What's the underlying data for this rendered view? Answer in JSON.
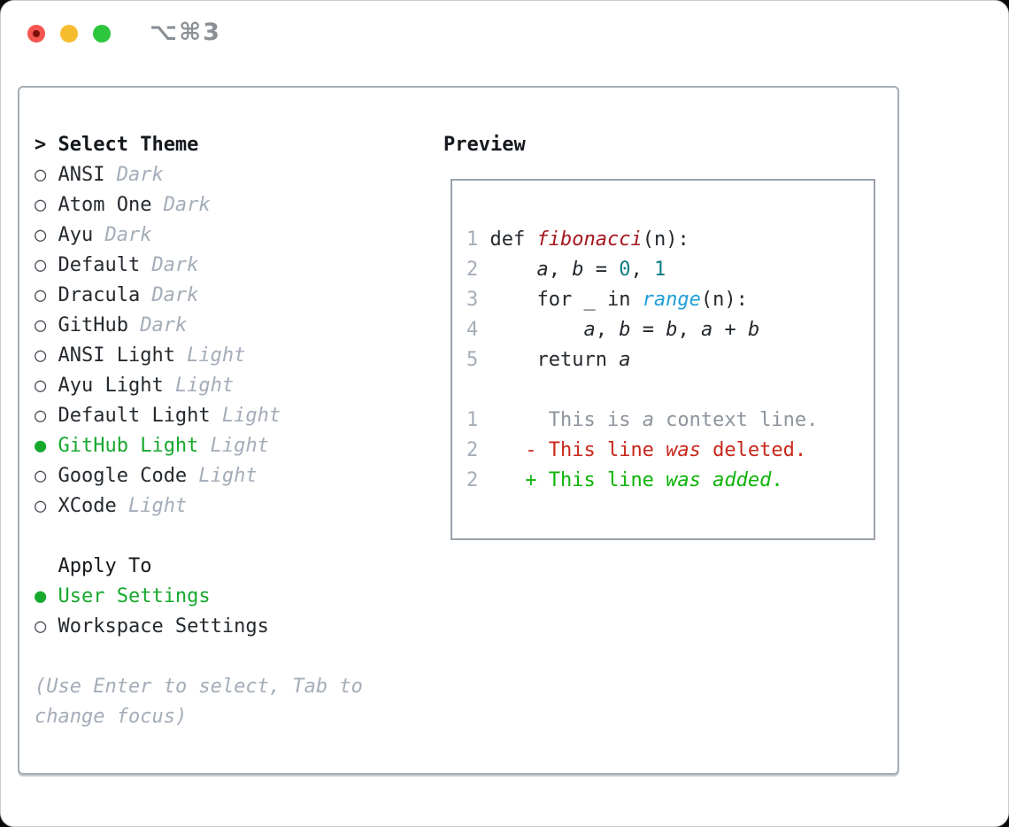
{
  "window": {
    "title_shortcut": "⌥⌘3"
  },
  "icons": {
    "radio_selected": "●",
    "radio_unselected": "○",
    "prompt": ">"
  },
  "left": {
    "prompt": ">",
    "title": "Select Theme",
    "themes": [
      {
        "name": "ANSI",
        "tag": "Dark",
        "selected": false
      },
      {
        "name": "Atom One",
        "tag": "Dark",
        "selected": false
      },
      {
        "name": "Ayu",
        "tag": "Dark",
        "selected": false
      },
      {
        "name": "Default",
        "tag": "Dark",
        "selected": false
      },
      {
        "name": "Dracula",
        "tag": "Dark",
        "selected": false
      },
      {
        "name": "GitHub",
        "tag": "Dark",
        "selected": false
      },
      {
        "name": "ANSI Light",
        "tag": "Light",
        "selected": false
      },
      {
        "name": "Ayu Light",
        "tag": "Light",
        "selected": false
      },
      {
        "name": "Default Light",
        "tag": "Light",
        "selected": false
      },
      {
        "name": "GitHub Light",
        "tag": "Light",
        "selected": true
      },
      {
        "name": "Google Code",
        "tag": "Light",
        "selected": false
      },
      {
        "name": "XCode",
        "tag": "Light",
        "selected": false
      }
    ],
    "apply_to_title": "Apply To",
    "apply_options": [
      {
        "name": "User Settings",
        "selected": true
      },
      {
        "name": "Workspace Settings",
        "selected": false
      }
    ],
    "hint_line1": "(Use Enter to select, Tab to",
    "hint_line2": "change focus)"
  },
  "preview": {
    "title": "Preview",
    "lines": [
      [
        {
          "s": "ln",
          "t": "1"
        },
        {
          "s": "t",
          "t": " def "
        },
        {
          "s": "fn",
          "t": "fibonacci"
        },
        {
          "s": "t",
          "t": "(n):"
        }
      ],
      [
        {
          "s": "ln",
          "t": "2"
        },
        {
          "s": "t",
          "t": "     "
        },
        {
          "s": "var",
          "t": "a"
        },
        {
          "s": "t",
          "t": ", "
        },
        {
          "s": "var",
          "t": "b"
        },
        {
          "s": "t",
          "t": " = "
        },
        {
          "s": "num",
          "t": "0"
        },
        {
          "s": "t",
          "t": ", "
        },
        {
          "s": "num",
          "t": "1"
        }
      ],
      [
        {
          "s": "ln",
          "t": "3"
        },
        {
          "s": "t",
          "t": "     for _ in "
        },
        {
          "s": "blue",
          "t": "range"
        },
        {
          "s": "t",
          "t": "(n):"
        }
      ],
      [
        {
          "s": "ln",
          "t": "4"
        },
        {
          "s": "t",
          "t": "         "
        },
        {
          "s": "var",
          "t": "a"
        },
        {
          "s": "t",
          "t": ", "
        },
        {
          "s": "var",
          "t": "b"
        },
        {
          "s": "t",
          "t": " = "
        },
        {
          "s": "var",
          "t": "b"
        },
        {
          "s": "t",
          "t": ", "
        },
        {
          "s": "var",
          "t": "a"
        },
        {
          "s": "t",
          "t": " + "
        },
        {
          "s": "var",
          "t": "b"
        }
      ],
      [
        {
          "s": "ln",
          "t": "5"
        },
        {
          "s": "t",
          "t": "     return "
        },
        {
          "s": "var",
          "t": "a"
        }
      ],
      [],
      [
        {
          "s": "ln",
          "t": "1"
        },
        {
          "s": "ctx",
          "t": "      This is "
        },
        {
          "s": "ctxi",
          "t": "a"
        },
        {
          "s": "ctx",
          "t": " context line."
        }
      ],
      [
        {
          "s": "ln",
          "t": "2"
        },
        {
          "s": "t",
          "t": "    "
        },
        {
          "s": "del",
          "t": "- This line "
        },
        {
          "s": "deli",
          "t": "was"
        },
        {
          "s": "del",
          "t": " deleted."
        }
      ],
      [
        {
          "s": "ln",
          "t": "2"
        },
        {
          "s": "t",
          "t": "    "
        },
        {
          "s": "add",
          "t": "+ This line "
        },
        {
          "s": "addi",
          "t": "was added"
        },
        {
          "s": "add",
          "t": "."
        }
      ]
    ]
  },
  "colors": {
    "selection_green": "#17a82e",
    "added_green": "#0db407",
    "deleted_red": "#c8271a",
    "function_red": "#a5161f",
    "number_teal": "#0d7d82",
    "builtin_blue": "#1f9ed9",
    "text_dark": "#24292e",
    "muted_gray": "#a4adb9",
    "context_gray": "#8d949d",
    "panel_border": "#a6adb6",
    "preview_border": "#9aa2ab",
    "traffic_red": "#f4564f",
    "traffic_red_dot": "#7c0e07",
    "traffic_yellow": "#f7bd30",
    "traffic_green": "#2dc63c"
  }
}
